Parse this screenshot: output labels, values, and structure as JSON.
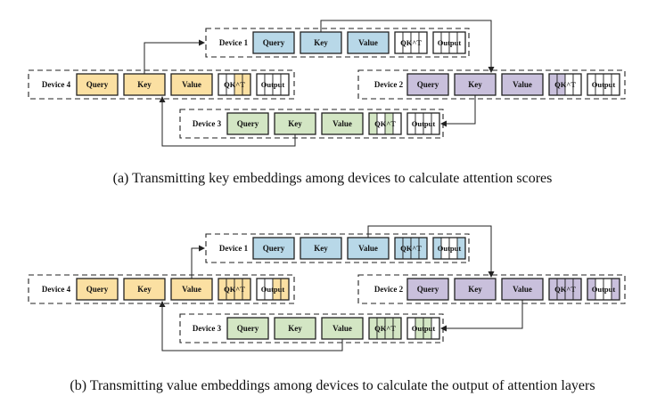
{
  "colors": {
    "device1": "#b8d8e8",
    "device2": "#c9c0dc",
    "device3": "#d3e6c4",
    "device4": "#fbe0a2",
    "stroke": "#222222",
    "white": "#ffffff"
  },
  "labels": {
    "device1": "Device 1",
    "device2": "Device 2",
    "device3": "Device 3",
    "device4": "Device 4",
    "query": "Query",
    "key": "Key",
    "value": "Value",
    "qkt": "QK^T",
    "output": "Output"
  },
  "captions": {
    "a": "(a) Transmitting key embeddings among devices to calculate attention scores",
    "b": "(b) Transmitting value embeddings among devices to calculate the output of attention layers"
  },
  "panels": [
    {
      "id": "a",
      "transmitted": "Key",
      "qkt_filled_columns": {
        "device1": [],
        "device2": [
          0,
          1
        ],
        "device3": [
          0,
          2
        ],
        "device4": [
          2,
          3
        ]
      },
      "output_filled_columns": {
        "device1": [],
        "device2": [],
        "device3": [],
        "device4": []
      }
    },
    {
      "id": "b",
      "transmitted": "Value",
      "qkt_filled_columns": {
        "device1": [
          0,
          1,
          2,
          3
        ],
        "device2": [
          0,
          1,
          2,
          3
        ],
        "device3": [
          0,
          1,
          2,
          3
        ],
        "device4": [
          0,
          1,
          2,
          3
        ]
      },
      "output_filled_columns": {
        "device1": [
          0,
          3
        ],
        "device2": [
          0,
          3
        ],
        "device3": [
          1,
          2
        ],
        "device4": [
          2,
          3
        ]
      }
    }
  ]
}
